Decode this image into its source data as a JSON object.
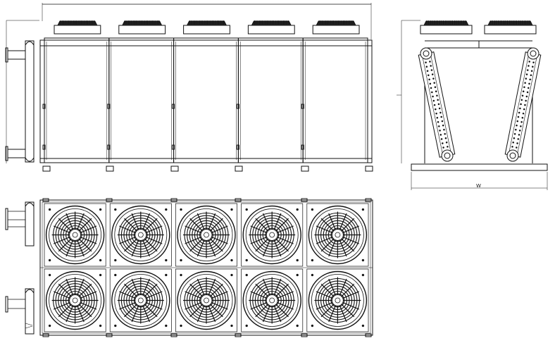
{
  "drawing": {
    "stroke_color": "#111111",
    "background": "#ffffff",
    "front_view": {
      "module_count": 5,
      "fan_guard_count": 5,
      "foot_count": 6
    },
    "side_view": {
      "coil_count": 2,
      "fan_guard_count": 2,
      "width_dimension_label": "W"
    },
    "top_view": {
      "fan_rows": 2,
      "fan_columns": 5,
      "fan_count": 10
    }
  }
}
